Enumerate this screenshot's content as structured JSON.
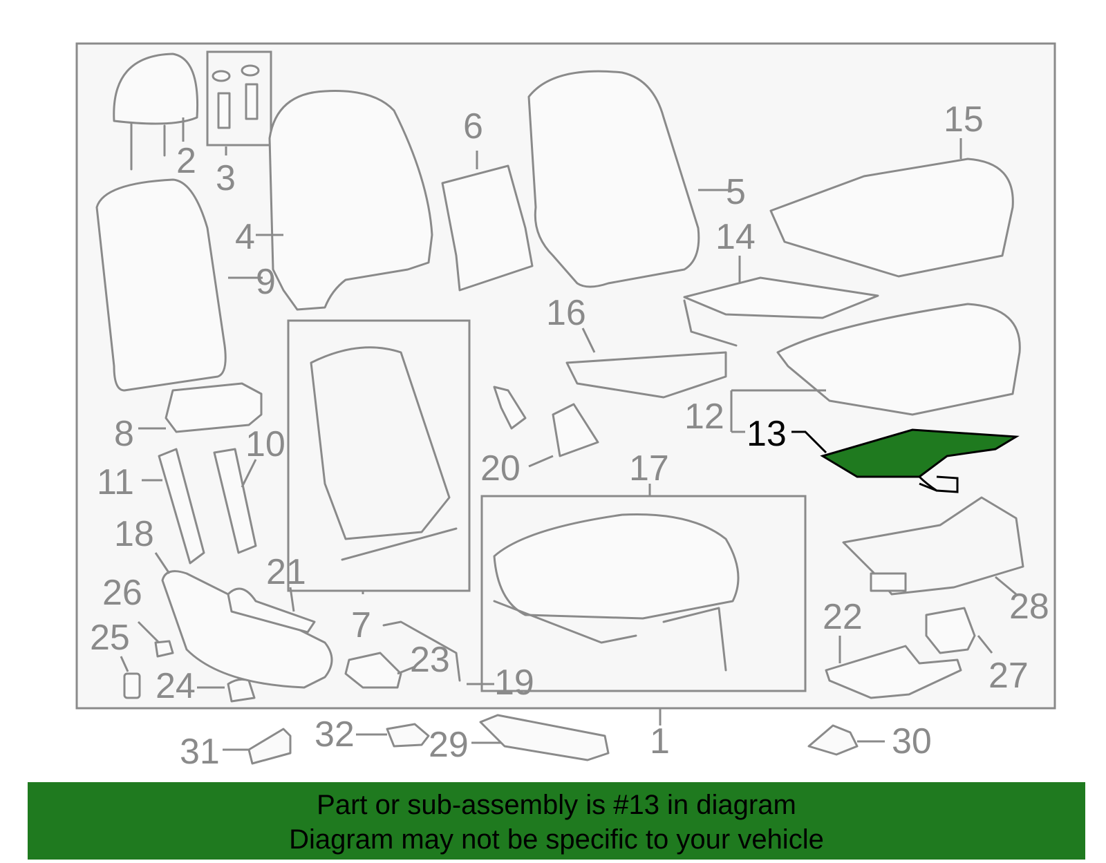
{
  "callouts": [
    "1",
    "2",
    "3",
    "4",
    "5",
    "6",
    "7",
    "8",
    "9",
    "10",
    "11",
    "12",
    "13",
    "14",
    "15",
    "16",
    "17",
    "18",
    "19",
    "20",
    "21",
    "22",
    "23",
    "24",
    "25",
    "26",
    "27",
    "28",
    "29",
    "30",
    "31",
    "32"
  ],
  "highlighted_callout": "13",
  "highlight_color": "#1f7a1f",
  "banner": {
    "line1": "Part or sub-assembly is #13 in diagram",
    "line2": "Diagram may not be specific to your vehicle",
    "background": "#1f7a1f"
  }
}
